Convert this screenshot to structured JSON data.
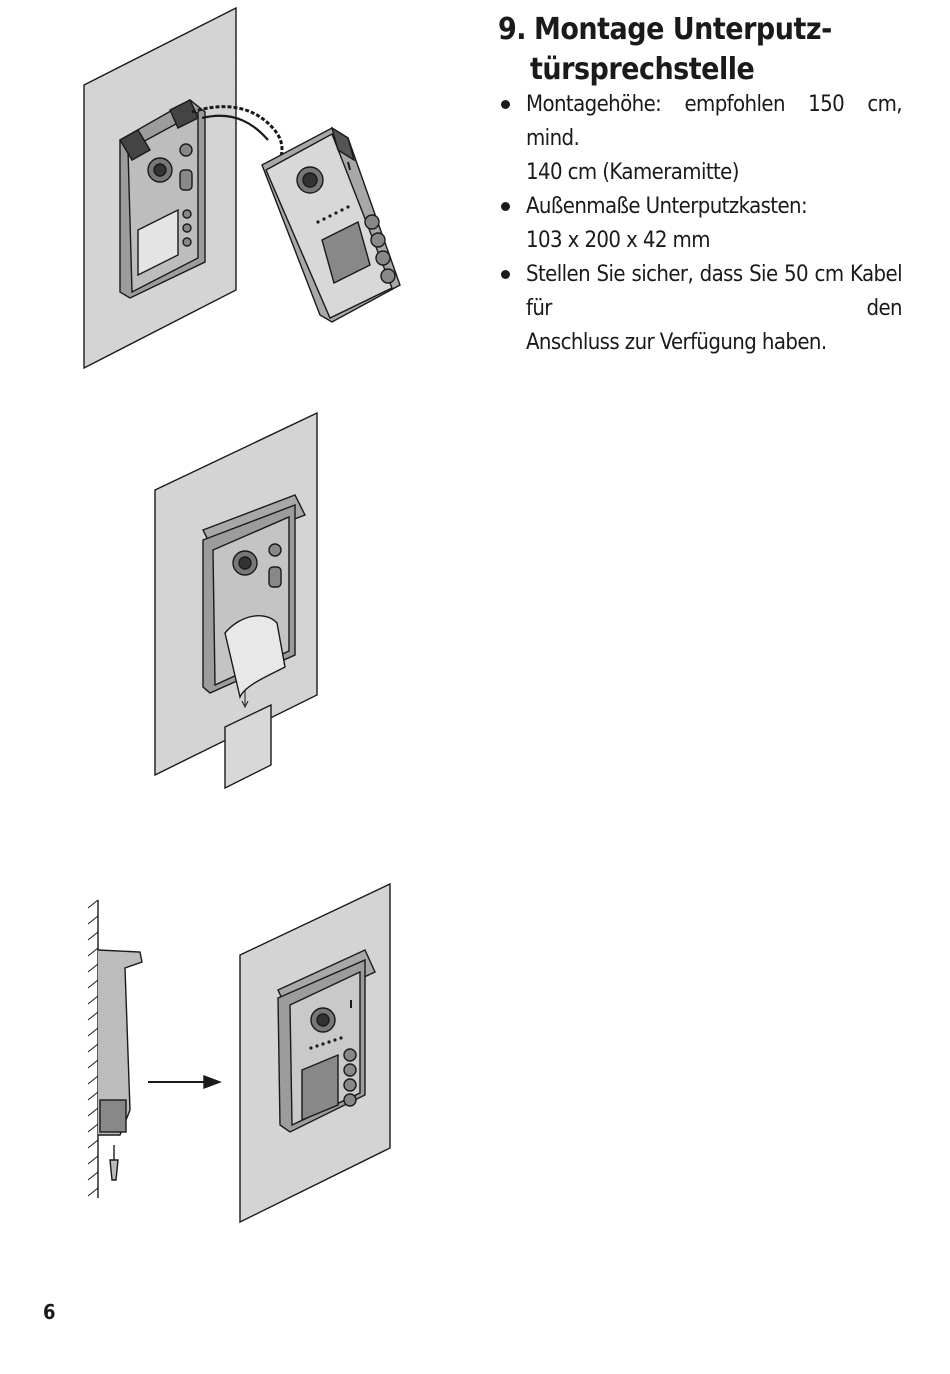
{
  "section": {
    "number": "9.",
    "title_line1": "Montage Unterputz-",
    "title_line2": "türsprechstelle"
  },
  "bullets": [
    {
      "line1": "Montagehöhe: empfohlen 150 cm, mind.",
      "line2": "140 cm (Kameramitte)"
    },
    {
      "line1": "Außenmaße Unterputzkasten:",
      "line2": "103 x 200 x 42 mm"
    },
    {
      "line1": "Stellen Sie sicher, dass Sie 50 cm Kabel für den",
      "line2": "Anschluss zur Verfügung haben."
    }
  ],
  "page_number": "6"
}
